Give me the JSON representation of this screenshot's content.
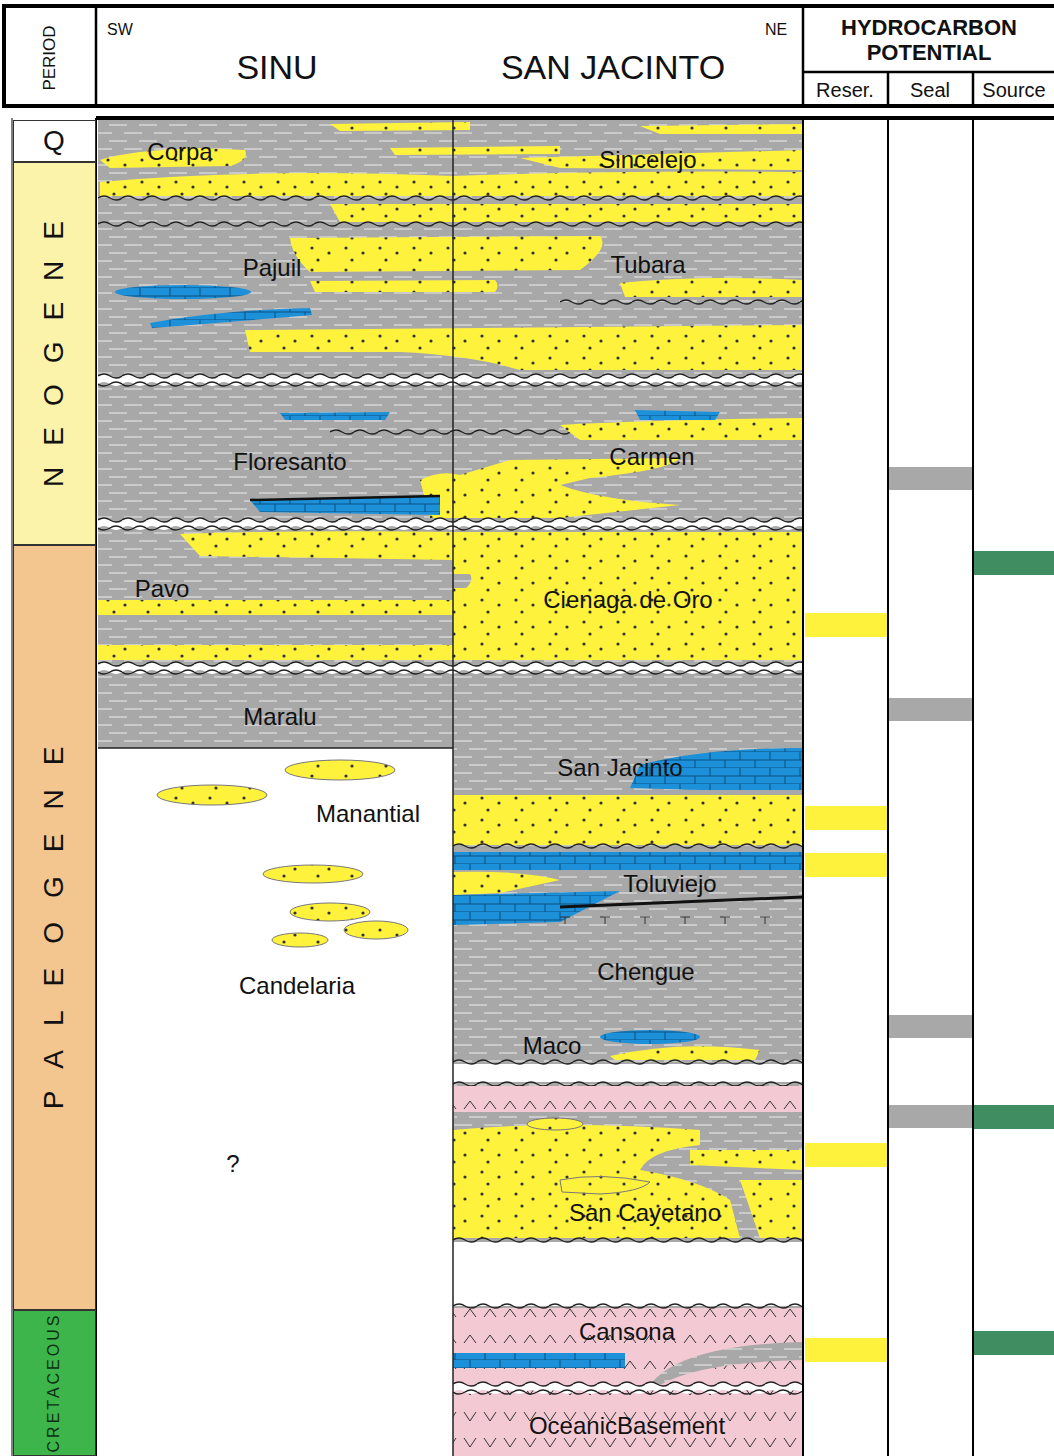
{
  "diagram": {
    "nodes": [
      {
        "text": [
          "PERIOD"
        ]
      },
      {
        "text": [
          "SW",
          "SINU",
          "SAN JACINTO",
          "NE"
        ]
      },
      {
        "text": [
          "HYDROCARBON POTENTIAL"
        ]
      },
      {
        "text": [
          "Reser."
        ],
        "in": 2
      },
      {
        "text": [
          "Seal"
        ],
        "in": 2
      },
      {
        "text": [
          "Source"
        ],
        "in": 2
      },
      {
        "text": [
          "Q"
        ]
      },
      {
        "text": [
          "NEOGENE"
        ]
      },
      {
        "text": [
          "PALEOGENE"
        ]
      },
      {
        "text": [
          "CRETACEOUS"
        ]
      }
    ],
    "labels": [
      "Corpa",
      "Sincelejo",
      "Pajuil",
      "Tubara",
      "Floresanto",
      "Carmen",
      "Pavo",
      "Cienaga de Oro",
      "Maralu",
      "San Jacinto",
      "Manantial",
      "Toluviejo",
      "Chengue",
      "Candelaria",
      "Maco",
      "?",
      "San Cayetano",
      "Cansona",
      "OceanicBasement"
    ]
  }
}
